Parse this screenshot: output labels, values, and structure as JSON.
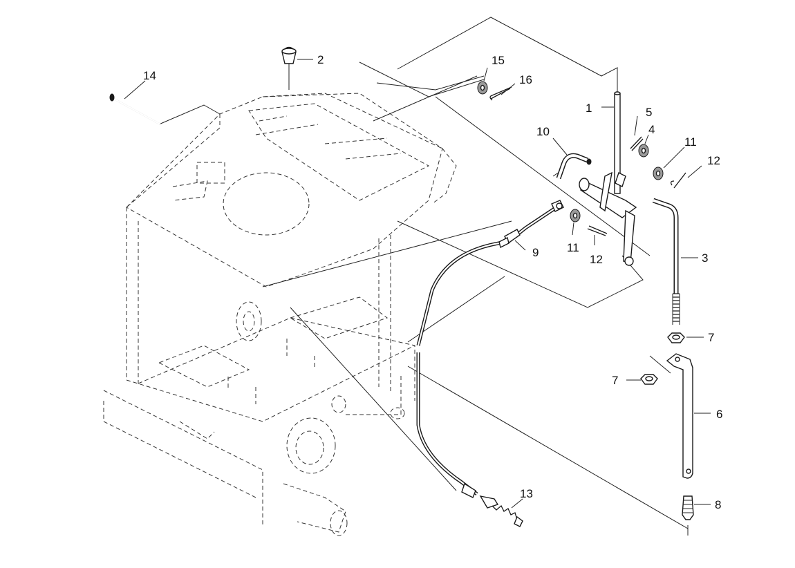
{
  "diagram": {
    "callouts": [
      {
        "id": "p1",
        "label": "1"
      },
      {
        "id": "p2",
        "label": "2"
      },
      {
        "id": "p3",
        "label": "3"
      },
      {
        "id": "p4",
        "label": "4"
      },
      {
        "id": "p5",
        "label": "5"
      },
      {
        "id": "p6",
        "label": "6"
      },
      {
        "id": "p7a",
        "label": "7"
      },
      {
        "id": "p7b",
        "label": "7"
      },
      {
        "id": "p8",
        "label": "8"
      },
      {
        "id": "p9",
        "label": "9"
      },
      {
        "id": "p10",
        "label": "10"
      },
      {
        "id": "p11a",
        "label": "11"
      },
      {
        "id": "p11b",
        "label": "11"
      },
      {
        "id": "p12a",
        "label": "12"
      },
      {
        "id": "p12b",
        "label": "12"
      },
      {
        "id": "p13",
        "label": "13"
      },
      {
        "id": "p14",
        "label": "14"
      },
      {
        "id": "p15",
        "label": "15"
      },
      {
        "id": "p16",
        "label": "16"
      }
    ]
  }
}
